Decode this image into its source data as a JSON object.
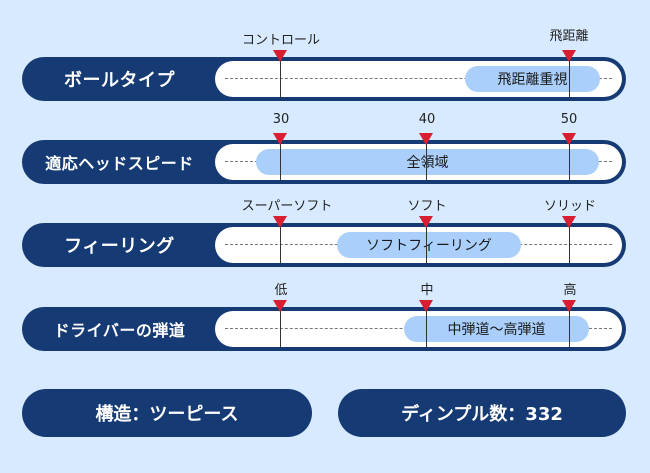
{
  "colors": {
    "bar": "#163a73",
    "highlight": "#a9cffa",
    "marker": "#d81e30",
    "background": "#d8eaff"
  },
  "rows": [
    {
      "label": "ボールタイプ",
      "ticks": [
        "コントロール",
        "飛距離"
      ],
      "value": "飛距離重視"
    },
    {
      "label": "適応ヘッドスピード",
      "ticks": [
        "30",
        "40",
        "50"
      ],
      "value": "全領域"
    },
    {
      "label": "フィーリング",
      "ticks": [
        "スーパーソフト",
        "ソフト",
        "ソリッド"
      ],
      "value": "ソフトフィーリング"
    },
    {
      "label": "ドライバーの弾道",
      "ticks": [
        "低",
        "中",
        "高"
      ],
      "value": "中弾道～高弾道"
    }
  ],
  "footer": {
    "structure": "構造：ツーピース",
    "dimples": "ディンプル数：332"
  }
}
